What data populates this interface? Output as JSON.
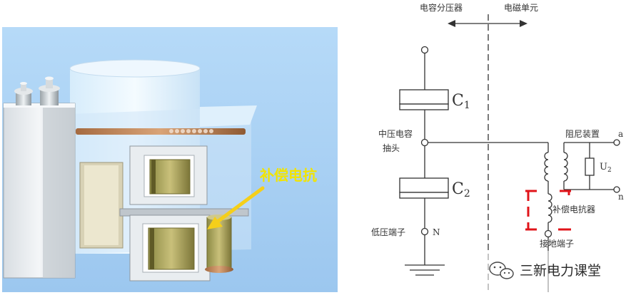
{
  "photo": {
    "callout": "补偿电抗",
    "callout_color": "#f2e400",
    "arrow_color": "#f5cf1a",
    "background_color": "#a9d1f4"
  },
  "schematic": {
    "section_left": "电容分压器",
    "section_right": "电磁单元",
    "c1_label": "C",
    "c1_sub": "1",
    "c2_label": "C",
    "c2_sub": "2",
    "tap_label_line1": "中压电容",
    "tap_label_line2": "抽头",
    "low_voltage_terminal": "低压端子",
    "n_left": "N",
    "damping_device": "阻尼装置",
    "terminal_a": "a",
    "terminal_n": "n",
    "u2_label": "U",
    "u2_sub": "2",
    "compensation_reactor": "补偿电抗器",
    "ground_terminal": "接地端子",
    "highlight_color": "#e0141a",
    "line_color": "#333333"
  },
  "watermark": {
    "text": "三新电力课堂"
  }
}
